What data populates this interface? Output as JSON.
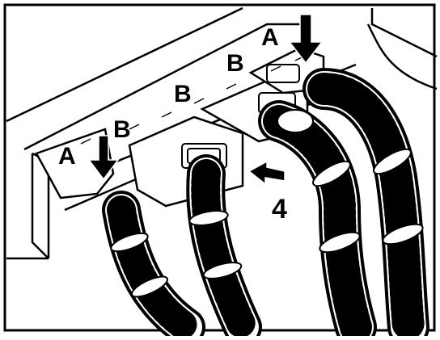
{
  "callouts": {
    "label_a_left": "A",
    "label_a_right": "A",
    "label_b_1": "B",
    "label_b_2": "B",
    "label_b_3": "B",
    "step_number": "4"
  },
  "colors": {
    "ink": "#000000",
    "paper": "#ffffff"
  },
  "icons": [
    "down-arrow-icon",
    "left-arrow-icon"
  ]
}
